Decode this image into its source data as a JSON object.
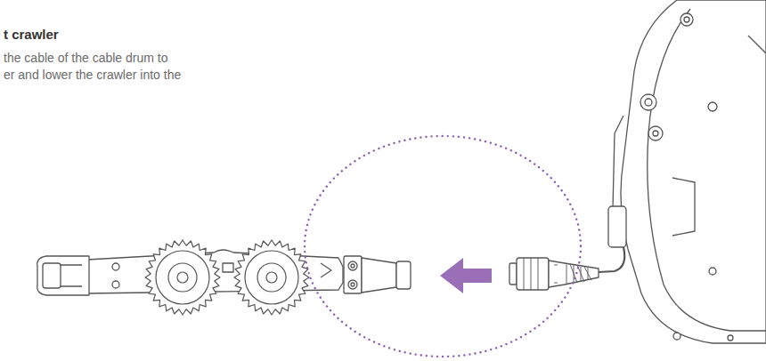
{
  "diagram": {
    "title": "t crawler",
    "labels": [
      "the cable of the cable drum to",
      "er and lower the crawler into the"
    ]
  }
}
